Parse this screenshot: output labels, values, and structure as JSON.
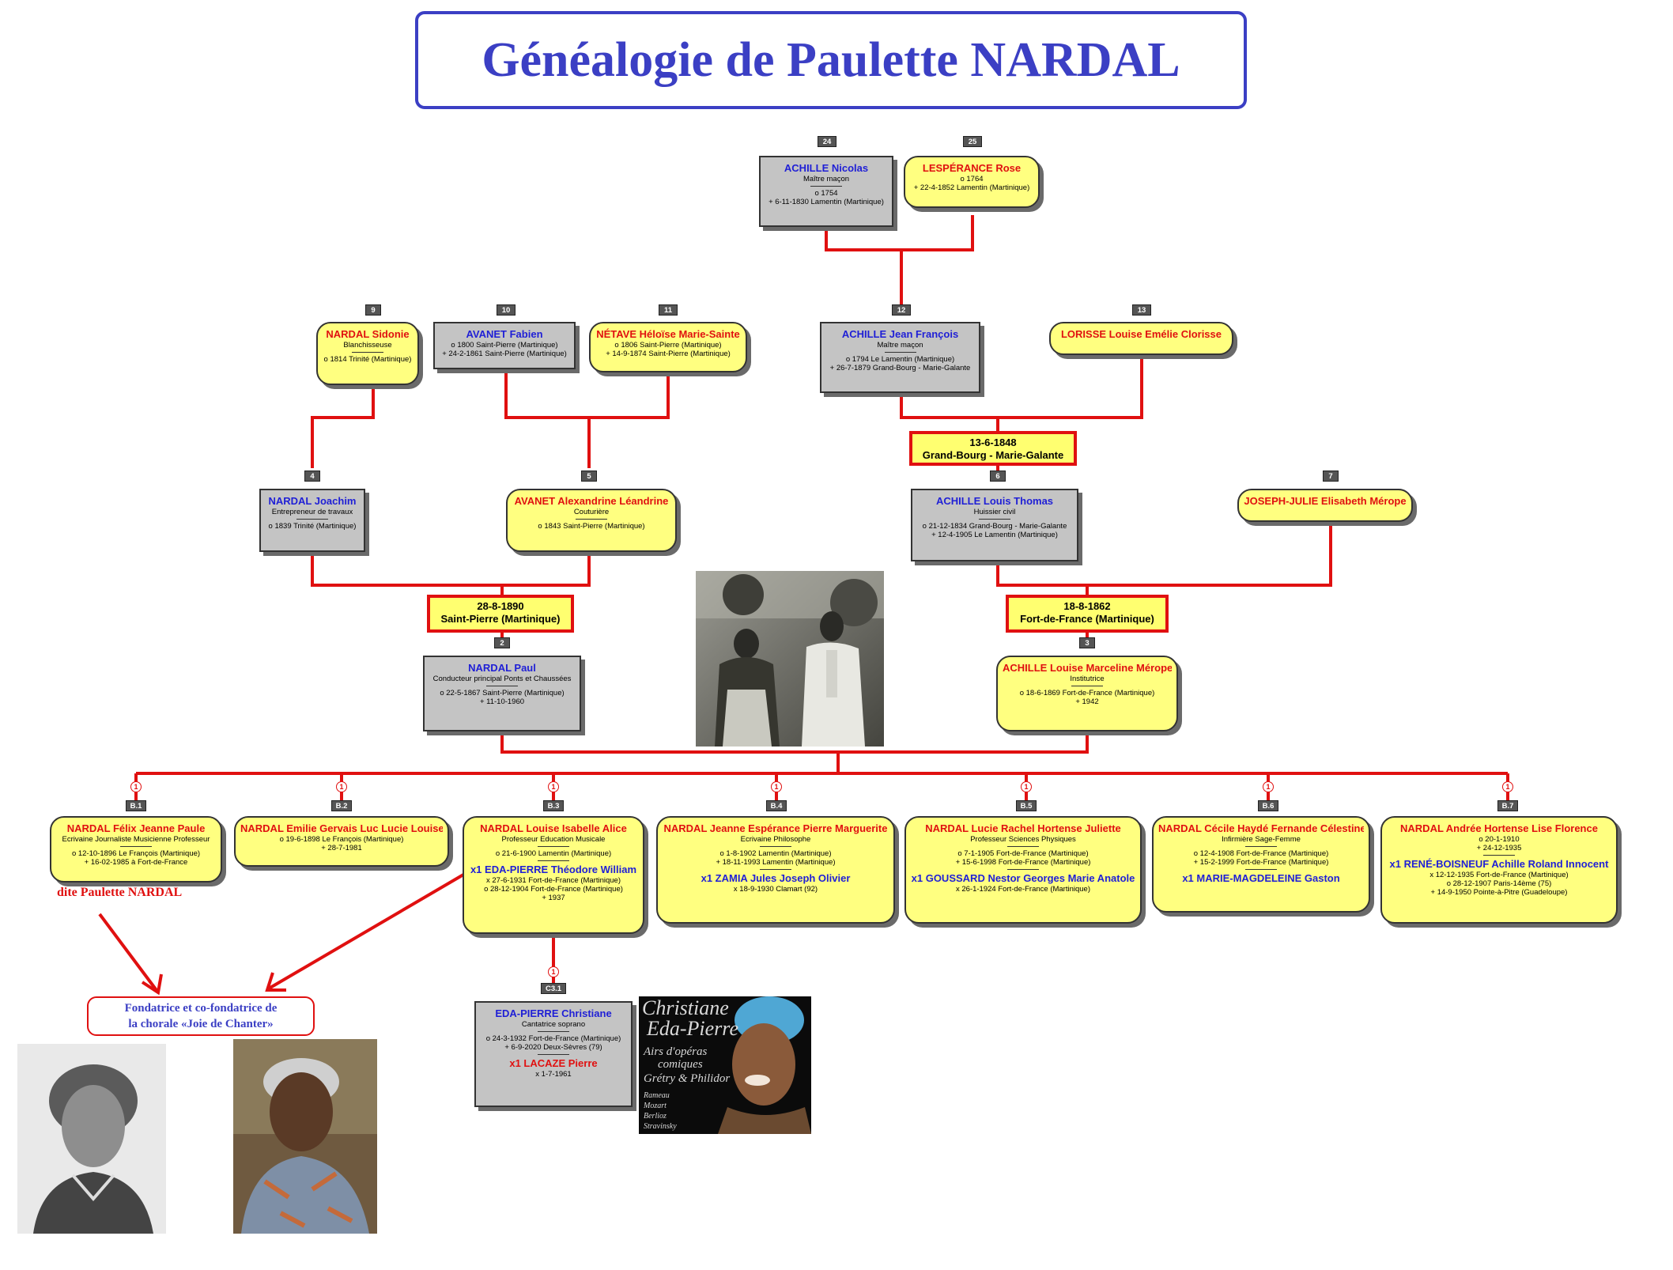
{
  "title": "Généalogie de Paulette NARDAL",
  "persons": [
    {
      "id": "p24",
      "num": "24",
      "name": "ACHILLE Nicolas",
      "occupation": "Maître maçon",
      "birth": "o 1754",
      "death": "+ 6-11-1830 Lamentin (Martinique)"
    },
    {
      "id": "p25",
      "num": "25",
      "name": "LESPÉRANCE Rose",
      "birth": "o 1764",
      "death": "+ 22-4-1852 Lamentin (Martinique)"
    },
    {
      "id": "p9",
      "num": "9",
      "name": "NARDAL Sidonie",
      "occupation": "Blanchisseuse",
      "birth": "o 1814 Trinité (Martinique)"
    },
    {
      "id": "p10",
      "num": "10",
      "name": "AVANET Fabien",
      "birth": "o 1800 Saint-Pierre (Martinique)",
      "death": "+ 24-2-1861 Saint-Pierre (Martinique)"
    },
    {
      "id": "p11",
      "num": "11",
      "name": "NÉTAVE Héloïse Marie-Sainte",
      "birth": "o 1806 Saint-Pierre (Martinique)",
      "death": "+ 14-9-1874 Saint-Pierre (Martinique)"
    },
    {
      "id": "p12",
      "num": "12",
      "name": "ACHILLE Jean François",
      "occupation": "Maître maçon",
      "birth": "o 1794 Le Lamentin (Martinique)",
      "death": "+ 26-7-1879 Grand-Bourg - Marie-Galante"
    },
    {
      "id": "p13",
      "num": "13",
      "name": "LORISSE Louise Emélie Clorisse"
    },
    {
      "id": "p4",
      "num": "4",
      "name": "NARDAL Joachim",
      "occupation": "Entrepreneur de travaux",
      "birth": "o 1839 Trinité (Martinique)"
    },
    {
      "id": "p5",
      "num": "5",
      "name": "AVANET Alexandrine Léandrine",
      "occupation": "Couturière",
      "birth": "o 1843 Saint-Pierre (Martinique)"
    },
    {
      "id": "p6",
      "num": "6",
      "name": "ACHILLE Louis Thomas",
      "occupation": "Huissier civil",
      "birth": "o 21-12-1834 Grand-Bourg - Marie-Galante",
      "death": "+ 12-4-1905 Le Lamentin (Martinique)"
    },
    {
      "id": "p7",
      "num": "7",
      "name": "JOSEPH-JULIE Elisabeth Mérope"
    },
    {
      "id": "p2",
      "num": "2",
      "name": "NARDAL Paul",
      "occupation": "Conducteur principal Ponts et Chaussées",
      "birth": "o 22-5-1867 Saint-Pierre (Martinique)",
      "death": "+ 11-10-1960"
    },
    {
      "id": "p3",
      "num": "3",
      "name": "ACHILLE Louise Marceline Mérope",
      "occupation": "Institutrice",
      "birth": "o 18-6-1869 Fort-de-France (Martinique)",
      "death": "+ 1942"
    },
    {
      "id": "b1",
      "num": "B.1",
      "name": "NARDAL Félix Jeanne Paule",
      "occupation": "Ecrivaine Journaliste Musicienne Professeur",
      "birth": "o 12-10-1896 Le François (Martinique)",
      "death": "+ 16-02-1985 à Fort-de-France"
    },
    {
      "id": "b2",
      "num": "B.2",
      "name": "NARDAL Emilie Gervais Luc Lucie Louise",
      "birth": "o 19-6-1898 Le François (Martinique)",
      "death": "+ 28-7-1981"
    },
    {
      "id": "b3",
      "num": "B.3",
      "name": "NARDAL Louise Isabelle Alice",
      "occupation": "Professeur Education Musicale",
      "birth": "o 21-6-1900 Lamentin (Martinique)",
      "spouse": "x1 EDA-PIERRE Théodore William",
      "spouse_lines": [
        "x 27-6-1931 Fort-de-France (Martinique)",
        "o 28-12-1904 Fort-de-France (Martinique)",
        "+ 1937"
      ]
    },
    {
      "id": "b4",
      "num": "B.4",
      "name": "NARDAL Jeanne Espérance Pierre Marguerite",
      "occupation": "Ecrivaine Philosophe",
      "birth": "o 1-8-1902 Lamentin (Martinique)",
      "death": "+ 18-11-1993 Lamentin (Martinique)",
      "spouse": "x1 ZAMIA Jules Joseph Olivier",
      "spouse_lines": [
        "x 18-9-1930 Clamart (92)"
      ]
    },
    {
      "id": "b5",
      "num": "B.5",
      "name": "NARDAL Lucie Rachel Hortense Juliette",
      "occupation": "Professeur Sciences Physiques",
      "birth": "o 7-1-1905 Fort-de-France (Martinique)",
      "death": "+ 15-6-1998 Fort-de-France (Martinique)",
      "spouse": "x1 GOUSSARD Nestor Georges Marie Anatole",
      "spouse_lines": [
        "x 26-1-1924 Fort-de-France (Martinique)"
      ]
    },
    {
      "id": "b6",
      "num": "B.6",
      "name": "NARDAL Cécile Haydé Fernande Célestine",
      "occupation": "Infirmière Sage-Femme",
      "birth": "o 12-4-1908 Fort-de-France (Martinique)",
      "death": "+ 15-2-1999 Fort-de-France (Martinique)",
      "spouse": "x1 MARIE-MAGDELEINE Gaston",
      "spouse_lines": []
    },
    {
      "id": "b7",
      "num": "B.7",
      "name": "NARDAL Andrée Hortense Lise Florence",
      "birth": "o 20-1-1910",
      "death": "+ 24-12-1935",
      "spouse": "x1 RENÉ-BOISNEUF Achille Roland Innocent",
      "spouse_lines": [
        "x 12-12-1935 Fort-de-France (Martinique)",
        "o 28-12-1907 Paris-14ème (75)",
        "+ 14-9-1950 Pointe-à-Pitre (Guadeloupe)"
      ]
    },
    {
      "id": "c31",
      "num": "C3.1",
      "name": "EDA-PIERRE Christiane",
      "occupation": "Cantatrice soprano",
      "birth": "o 24-3-1932 Fort-de-France (Martinique)",
      "death": "+ 6-9-2020 Deux-Sèvres (79)",
      "spouse": "x1 LACAZE Pierre",
      "spouse_lines": [
        "x 1-7-1961"
      ]
    }
  ],
  "marriages": [
    {
      "id": "m6",
      "date": "13-6-1848",
      "place": "Grand-Bourg - Marie-Galante"
    },
    {
      "id": "m2",
      "date": "28-8-1890",
      "place": "Saint-Pierre (Martinique)"
    },
    {
      "id": "m3",
      "date": "18-8-1862",
      "place": "Fort-de-France (Martinique)"
    }
  ],
  "child_marker": "1",
  "annotations": {
    "dite": "dite Paulette NARDAL",
    "fondatrice_line1": "Fondatrice et co-fondatrice de",
    "fondatrice_line2": "la chorale «Joie de Chanter»"
  },
  "album_cover": {
    "line1": "Christiane",
    "line2": "Eda-Pierre",
    "subtitle1": "Airs d'opéras",
    "subtitle2": "comiques",
    "subtitle3": "Grétry & Philidor",
    "composers": [
      "Rameau",
      "Mozart",
      "Berlioz",
      "Stravinsky"
    ]
  },
  "colors": {
    "title": "#3b3fc4",
    "male_name": "#1f1fd6",
    "female_name": "#e01010",
    "female_box": "#ffff80",
    "male_box": "#c4c4c4",
    "connector": "#e01010"
  }
}
